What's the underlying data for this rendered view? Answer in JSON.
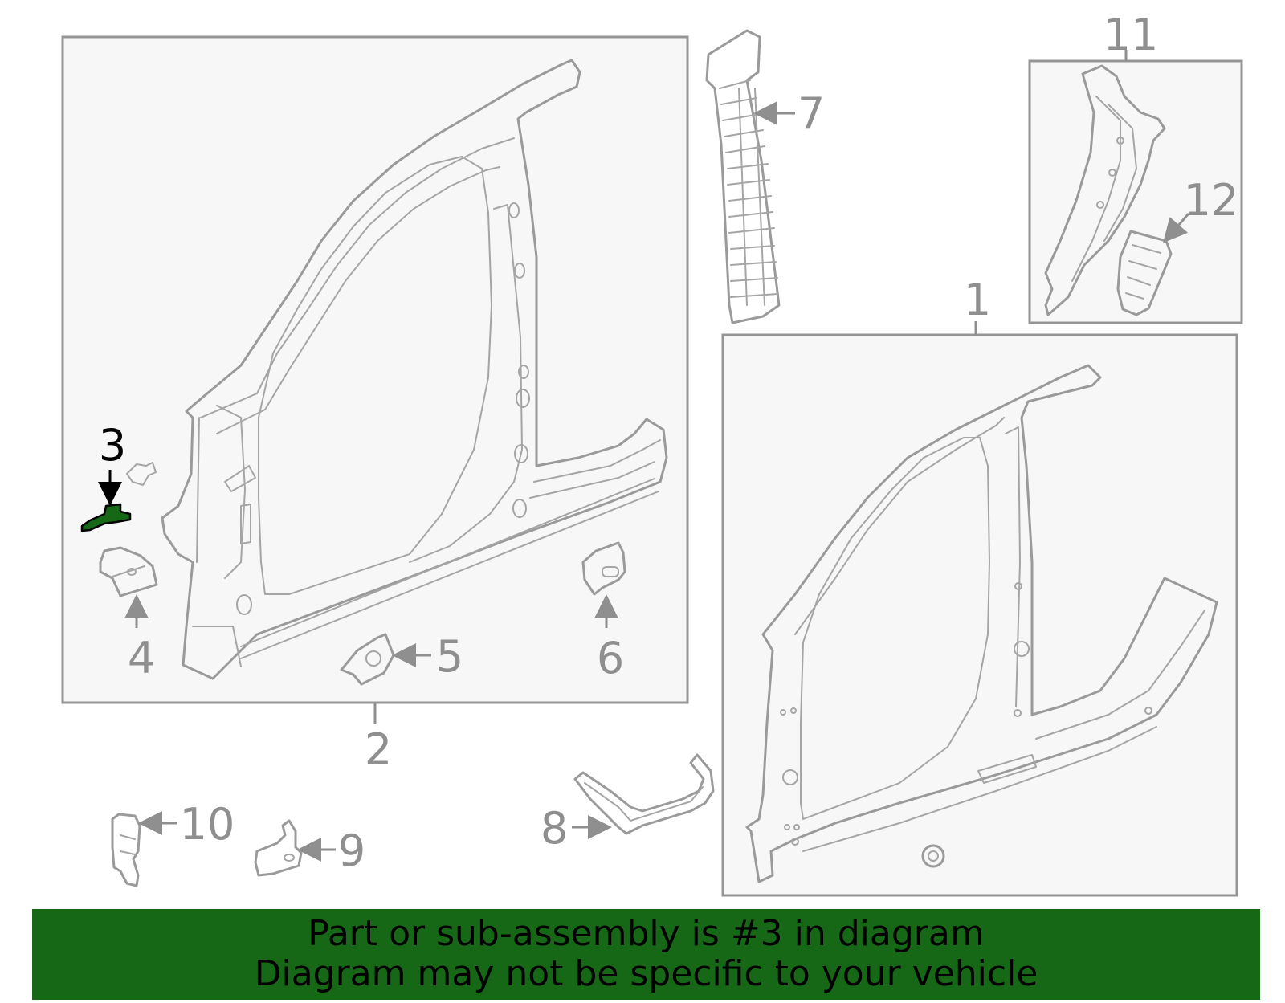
{
  "diagram": {
    "callouts": {
      "c1": "1",
      "c2": "2",
      "c3": "3",
      "c4": "4",
      "c5": "5",
      "c6": "6",
      "c7": "7",
      "c8": "8",
      "c9": "9",
      "c10": "10",
      "c11": "11",
      "c12": "12"
    },
    "highlighted_part": "3",
    "highlight_color": "#166816",
    "line_color": "#9a9a9a",
    "box_fill": "#f7f7f7"
  },
  "banner": {
    "line1": "Part or sub-assembly is #3 in diagram",
    "line2": "Diagram may not be specific to your vehicle",
    "background": "#166816"
  }
}
